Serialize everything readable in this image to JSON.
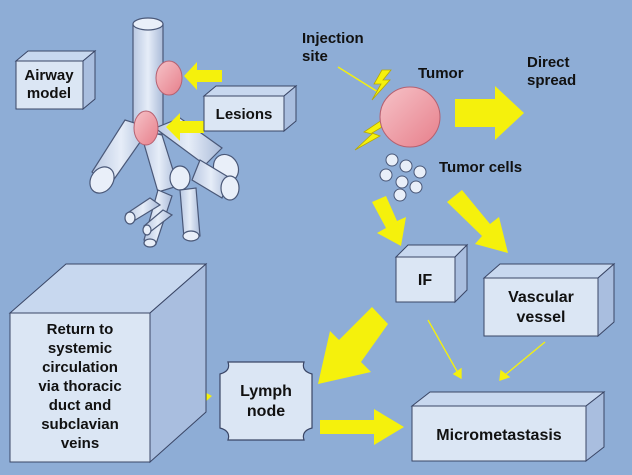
{
  "colors": {
    "background": "#8eadd6",
    "box_front": "#dbe6f4",
    "box_side": "#a9bedf",
    "box_top": "#c8d8ef",
    "arrow_fill": "#f5f10c",
    "tumor": "#ef9aa3",
    "airway": "#d4def0"
  },
  "labels": {
    "airway_model_line1": "Airway",
    "airway_model_line2": "model",
    "lesions": "Lesions",
    "injection_line1": "Injection",
    "injection_line2": "site",
    "tumor": "Tumor",
    "direct_line1": "Direct",
    "direct_line2": "spread",
    "tumor_cells": "Tumor cells",
    "if": "IF",
    "vascular_line1": "Vascular",
    "vascular_line2": "vessel",
    "lymph_line1": "Lymph",
    "lymph_line2": "node",
    "micrometastasis": "Micrometastasis",
    "return_lines": [
      "Return to",
      "systemic",
      "circulation",
      "via thoracic",
      "duct and",
      "subclavian",
      "veins"
    ]
  },
  "icons": [
    "lightning-icon",
    "lightning-icon"
  ]
}
